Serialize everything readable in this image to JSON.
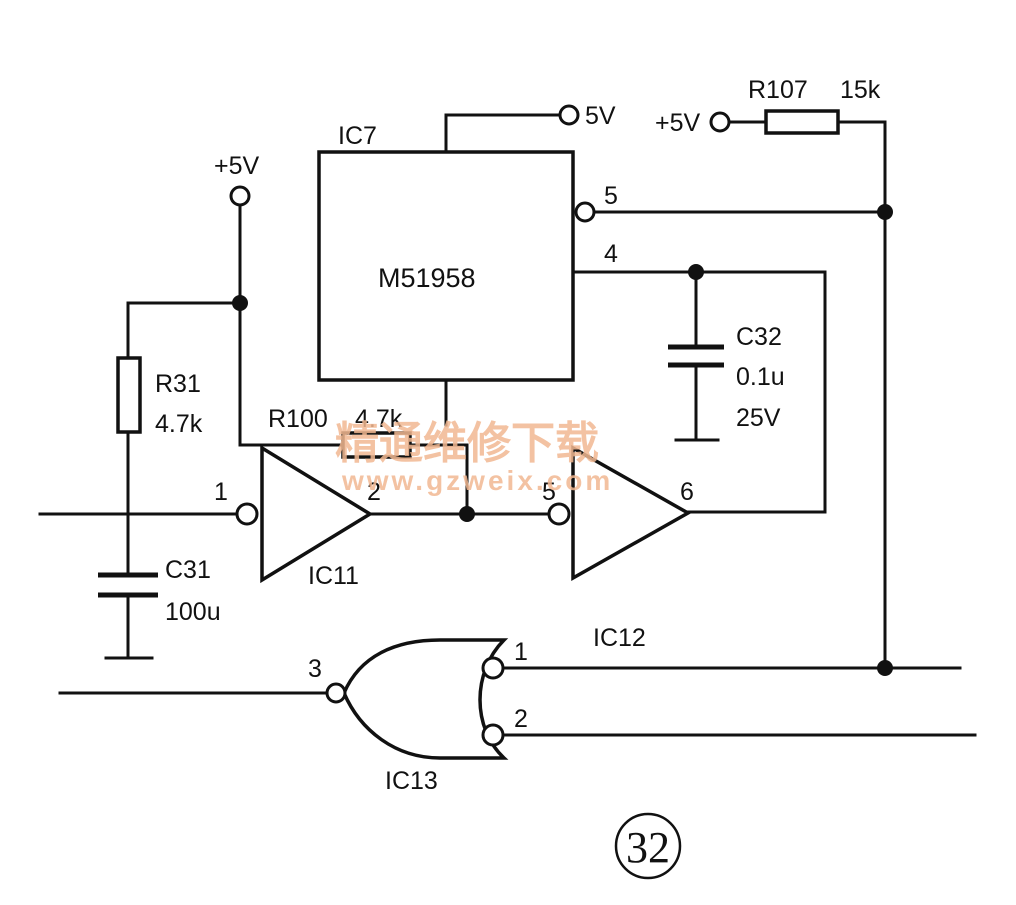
{
  "diagram": {
    "components": {
      "ic7": {
        "ref": "IC7",
        "part": "M51958",
        "pin4": "4",
        "pin5": "5",
        "supply": "5V"
      },
      "r107": {
        "ref": "R107",
        "value": "15k",
        "supply": "+5V"
      },
      "r31": {
        "ref": "R31",
        "value": "4.7k",
        "supply": "+5V"
      },
      "r100": {
        "ref": "R100",
        "value": "4.7k"
      },
      "c32": {
        "ref": "C32",
        "value": "0.1u",
        "voltage": "25V"
      },
      "c31": {
        "ref": "C31",
        "value": "100u"
      },
      "ic11": {
        "ref": "IC11",
        "pin_in": "1",
        "pin_out": "2"
      },
      "ic12": {
        "ref": "IC12",
        "pin_in": "5",
        "pin_out": "6"
      },
      "ic13": {
        "ref": "IC13",
        "pin_a": "1",
        "pin_b": "2",
        "pin_out": "3"
      }
    },
    "watermark": {
      "text": "精通维修下载",
      "url": "www.gzweix.com"
    },
    "figure_number": "32"
  }
}
